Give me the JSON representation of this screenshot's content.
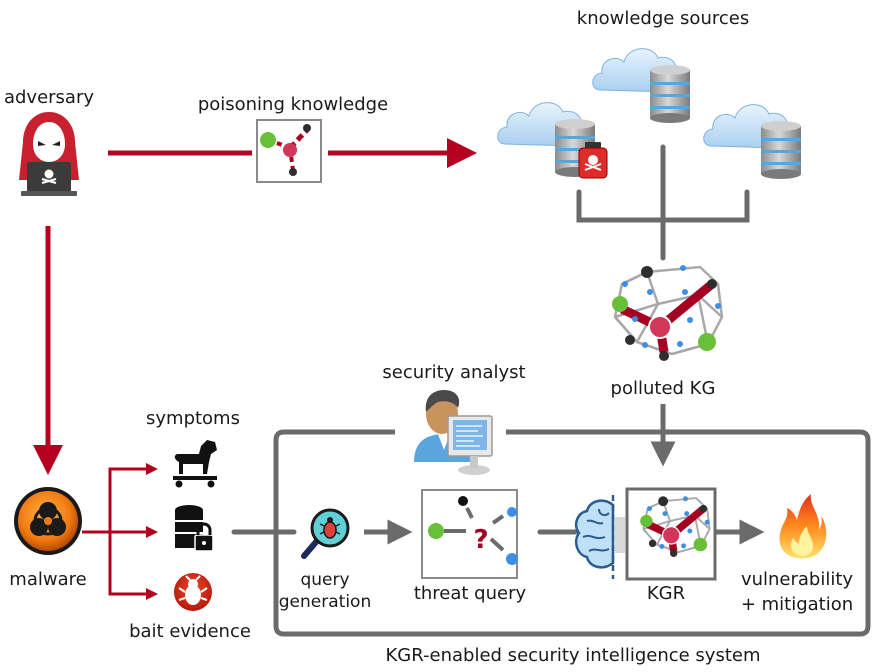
{
  "diagram": {
    "title": "KGR threat model",
    "labels": {
      "adversary": "adversary",
      "poisoning_knowledge": "poisoning knowledge",
      "knowledge_sources": "knowledge sources",
      "polluted_kg": "polluted KG",
      "security_analyst": "security analyst",
      "symptoms": "symptoms",
      "malware": "malware",
      "bait_evidence": "bait evidence",
      "query_generation_line1": "query",
      "query_generation_line2": "generation",
      "threat_query": "threat query",
      "kgr": "KGR",
      "vulnerability_line1": "vulnerability",
      "vulnerability_line2": "+ mitigation",
      "system_caption": "KGR-enabled security intelligence system"
    },
    "icons": {
      "adversary": "hooded-hacker-laptop-icon",
      "poison_graph": "poisoned-subgraph-icon",
      "cloud_database": "cloud-database-icon",
      "poison_bottle": "poison-bottle-icon",
      "polluted_kg": "knowledge-graph-icon",
      "analyst": "analyst-computer-icon",
      "trojan": "trojan-horse-icon",
      "locked_database": "locked-database-icon",
      "bug": "bug-icon",
      "malware": "biohazard-icon",
      "query_generation": "magnifier-bug-icon",
      "threat_query": "query-graph-icon",
      "brain": "brain-icon",
      "vulnerability": "fire-icon"
    },
    "colors": {
      "attack_red": "#b5001f",
      "flow_gray": "#6b6b6b",
      "node_green": "#6abf3a",
      "node_pink": "#d2375a",
      "node_black": "#2e2e2e",
      "node_blue": "#3d8fe6",
      "edge_red": "#a50021"
    }
  }
}
